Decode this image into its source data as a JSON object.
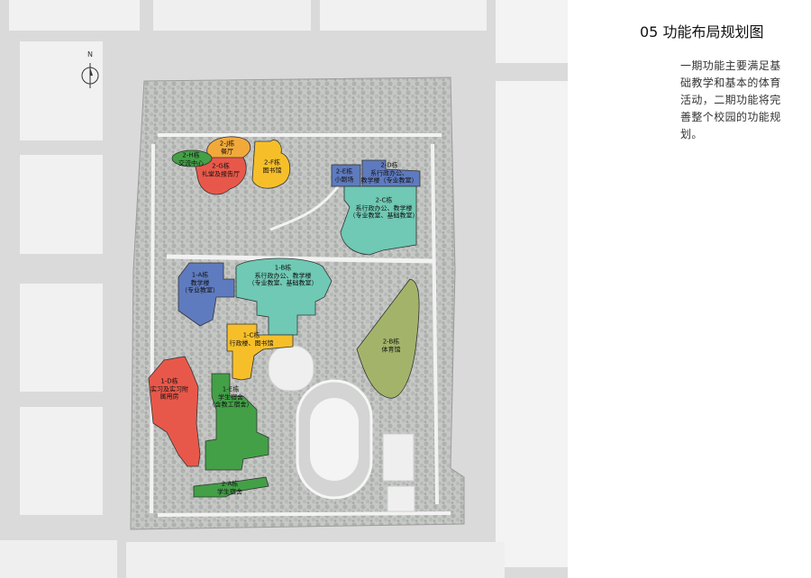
{
  "panel": {
    "title": "05 功能布局规划图",
    "description": "一期功能主要满足基础教学和基本的体育活动，二期功能将完善整个校园的功能规划。"
  },
  "compass": {
    "label": "N"
  },
  "buildings": {
    "b2h": {
      "line1": "2-H栋",
      "line2": "交流中心"
    },
    "b2j": {
      "line1": "2-J栋",
      "line2": "餐厅"
    },
    "b2g": {
      "line1": "2-G栋",
      "line2": "礼堂及报告厅"
    },
    "b2f": {
      "line1": "2-F栋",
      "line2": "图书馆"
    },
    "b2e": {
      "line1": "2-E栋",
      "line2": "小剧场"
    },
    "b2d": {
      "line1": "2-D栋",
      "line2": "系行政办公、",
      "line3": "教学楼（专业教室）"
    },
    "b2c": {
      "line1": "2-C栋",
      "line2": "系行政办公、教学楼",
      "line3": "（专业教室、基础教室）"
    },
    "b1a": {
      "line1": "1-A栋",
      "line2": "教学楼",
      "line3": "（专业教室）"
    },
    "b1b": {
      "line1": "1-B栋",
      "line2": "系行政办公、教学楼",
      "line3": "（专业教室、基础教室）"
    },
    "b1c": {
      "line1": "1-C栋",
      "line2": "行政楼、图书馆"
    },
    "b2b": {
      "line1": "2-B栋",
      "line2": "体育馆"
    },
    "b1d": {
      "line1": "1-D栋",
      "line2": "实习及实习附",
      "line3": "属用房"
    },
    "b1e": {
      "line1": "1-E栋",
      "line2": "学生宿舍",
      "line3": "（含教工宿舍）"
    },
    "b2a": {
      "line1": "2-A栋",
      "line2": "学生宿舍"
    }
  },
  "colors": {
    "red": "#e8584a",
    "orange": "#f2a93b",
    "yellow": "#f6bf2a",
    "green": "#43a047",
    "blue": "#5f7bbf",
    "teal": "#6fc9b4",
    "olive": "#a3b46a",
    "lime": "#4caf50"
  }
}
